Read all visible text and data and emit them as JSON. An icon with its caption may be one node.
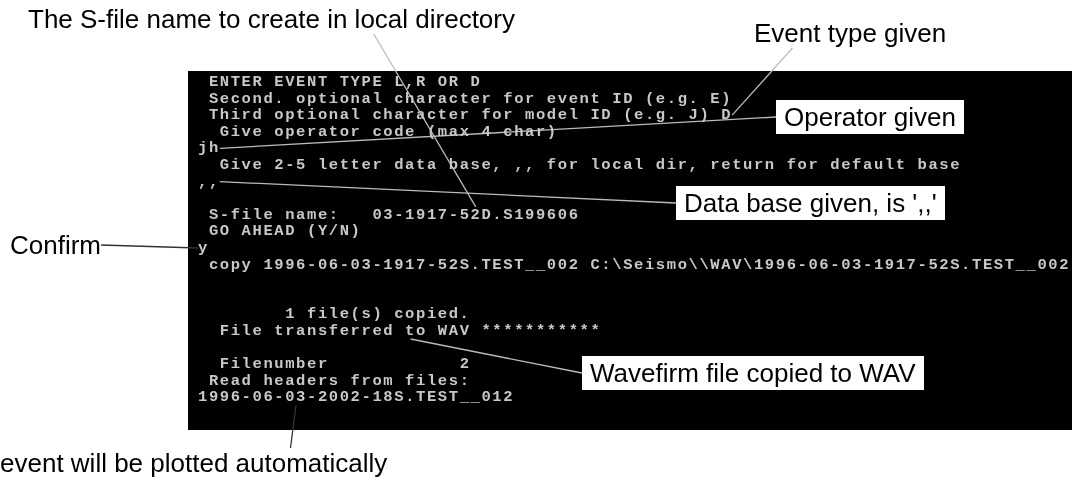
{
  "diagram": {
    "nodes": [
      {
        "text": [
          "The S-file name to create in local directory"
        ]
      },
      {
        "text": [
          "Event type given"
        ]
      },
      {
        "text": [],
        "shape": "box"
      },
      {
        "text": [
          "ENTER EVENT TYPE L,R OR D"
        ],
        "in": 2
      },
      {
        "text": [
          "Second. optional character for event ID (e.g. E)"
        ],
        "in": 2
      },
      {
        "text": [
          "Third optional character for model ID (e.g. J) D"
        ],
        "in": 2
      },
      {
        "text": [
          "Give operator code (max 4 char)"
        ],
        "in": 2
      },
      {
        "text": [
          "jh"
        ],
        "in": 2
      },
      {
        "text": [
          "Give 2-5 letter data base, ,, for local dir, return for default base"
        ],
        "in": 2
      },
      {
        "text": [
          ",,"
        ],
        "in": 2
      },
      {
        "text": [
          "S-file name:   03-1917-52D.S199606"
        ],
        "in": 2
      },
      {
        "text": [
          "GO AHEAD (Y/N)"
        ],
        "in": 2
      },
      {
        "text": [
          "y"
        ],
        "in": 2
      },
      {
        "text": [
          "copy 1996-06-03-1917-52S.TEST__002 C:\\Seismo\\\\WAV\\1996-06-03-1917-52S.TEST__002"
        ],
        "in": 2
      },
      {
        "text": [
          "1 file(s) copied."
        ],
        "in": 2
      },
      {
        "text": [
          "File transferred to WAV ***********"
        ],
        "in": 2
      },
      {
        "text": [
          "Filenumber            2"
        ],
        "in": 2
      },
      {
        "text": [
          "Read headers from files:"
        ],
        "in": 2
      },
      {
        "text": [
          "1996-06-03-2002-18S.TEST__012"
        ],
        "in": 2
      },
      {
        "text": [
          "Operator given"
        ],
        "in": 2
      },
      {
        "text": [
          "Data base given, is ',,'"
        ],
        "in": 2
      },
      {
        "text": [
          "Confirm"
        ]
      },
      {
        "text": [
          "Wavefirm file copied to WAV"
        ],
        "in": 2
      },
      {
        "text": [
          "event will be plotted automatically"
        ]
      }
    ],
    "edges": [
      {
        "from": 0,
        "to": 10,
        "arrow": "none"
      },
      {
        "from": 1,
        "to": 5,
        "arrow": "none"
      },
      {
        "from": 19,
        "to": 7,
        "arrow": "none"
      },
      {
        "from": 20,
        "to": 9,
        "arrow": "none"
      },
      {
        "from": 21,
        "to": 12,
        "arrow": "none",
        "color": "#333333"
      },
      {
        "from": 22,
        "to": 15,
        "arrow": "none"
      },
      {
        "from": 23,
        "to": 18,
        "arrow": "none",
        "color": "#333333"
      }
    ]
  }
}
